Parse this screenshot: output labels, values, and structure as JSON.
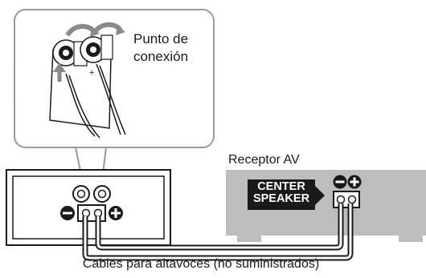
{
  "callout": {
    "label": "Punto de\nconexión",
    "polarity_mark": "+"
  },
  "receiver": {
    "title": "Receptor AV",
    "terminal_label": "CENTER\nSPEAKER"
  },
  "speaker": {
    "minus_symbol": "minus-icon",
    "plus_symbol": "plus-icon"
  },
  "caption": "Cables para altavoces (no suministrados)",
  "colors": {
    "receiver_body": "#bdbdbd",
    "badge_fill": "#1a1a1a",
    "line": "#1a1a1a",
    "background": "#ffffff"
  }
}
